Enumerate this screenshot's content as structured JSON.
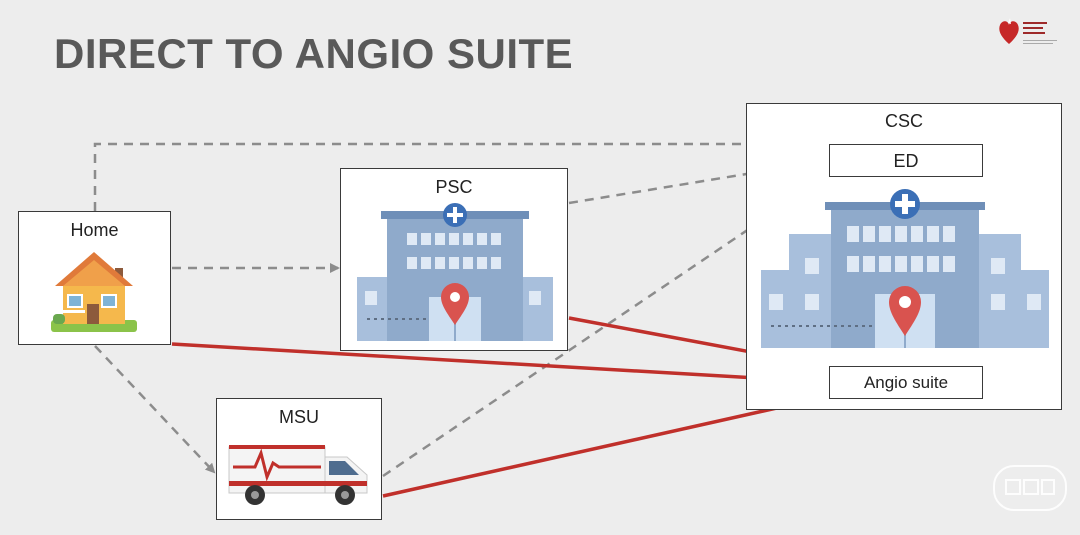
{
  "slide": {
    "title": "DIRECT TO ANGIO SUITE"
  },
  "nodes": {
    "home": "Home",
    "psc": "PSC",
    "msu": "MSU",
    "csc": "CSC",
    "ed": "ED",
    "angio": "Angio suite"
  },
  "edges": [
    {
      "from": "Home",
      "to": "ED",
      "style": "dashed",
      "color": "#8c8c8c"
    },
    {
      "from": "Home",
      "to": "PSC",
      "style": "dashed",
      "color": "#8c8c8c"
    },
    {
      "from": "Home",
      "to": "MSU",
      "style": "dashed",
      "color": "#8c8c8c"
    },
    {
      "from": "PSC",
      "to": "ED",
      "style": "dashed",
      "color": "#8c8c8c"
    },
    {
      "from": "MSU",
      "to": "ED",
      "style": "dashed",
      "color": "#8c8c8c"
    },
    {
      "from": "Home",
      "to": "Angio suite",
      "style": "solid",
      "color": "#c0302b"
    },
    {
      "from": "PSC",
      "to": "Angio suite",
      "style": "solid",
      "color": "#c0302b"
    },
    {
      "from": "MSU",
      "to": "Angio suite",
      "style": "solid",
      "color": "#c0302b"
    }
  ],
  "icons": {
    "home": "house-icon",
    "psc": "hospital-icon",
    "csc": "hospital-icon",
    "msu": "ambulance-icon",
    "logo": "heart-torch-logo",
    "watermark": "watermark-logo"
  },
  "colors": {
    "dashed_arrow": "#8c8c8c",
    "solid_arrow": "#c0302b",
    "hospital_body": "#8faacb",
    "marker": "#d9534f"
  }
}
